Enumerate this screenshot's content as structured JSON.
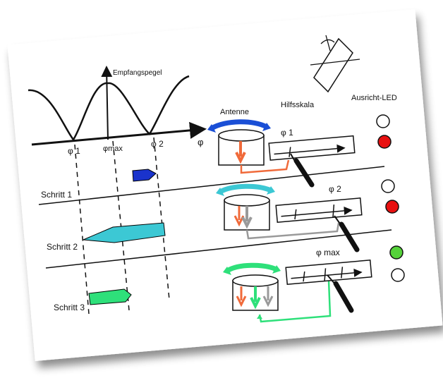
{
  "curve": {
    "ylabel": "Empfangspegel",
    "xlabel": "φ",
    "ticks": {
      "phi1": "φ 1",
      "phimax": "φmax",
      "phi2": "φ 2"
    }
  },
  "columns": {
    "antenna": "Antenne",
    "scale": "Hilfsskala",
    "led": "Ausricht-LED"
  },
  "steps": [
    {
      "label": "Schritt 1",
      "scale_label": "φ 1",
      "arrow_color": "#1a33cc",
      "rot_color": "#1a4fd6",
      "mark_color": "#f06a3a",
      "leds": [
        "off",
        "red"
      ]
    },
    {
      "label": "Schritt 2",
      "scale_label": "φ 2",
      "arrow_color": "#3cc8d4",
      "rot_color": "#3cc8d4",
      "mark_color": "#9a9a9a",
      "leds": [
        "off",
        "red"
      ]
    },
    {
      "label": "Schritt 3",
      "scale_label": "φ max",
      "arrow_color": "#2ee07a",
      "rot_color": "#2ee07a",
      "mark_color": "#2ee07a",
      "leds": [
        "green",
        "off"
      ]
    }
  ],
  "colors": {
    "led_red": "#e81010",
    "led_green": "#55d23a",
    "led_off": "#ffffff"
  }
}
